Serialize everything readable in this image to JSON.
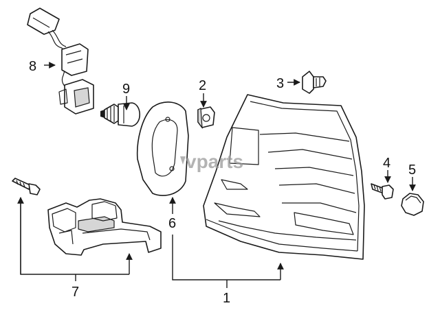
{
  "callouts": {
    "c1": "1",
    "c2": "2",
    "c3": "3",
    "c4": "4",
    "c5": "5",
    "c6": "6",
    "c7": "7",
    "c8": "8",
    "c9": "9"
  },
  "watermark": "vparts",
  "colors": {
    "line": "#1a1a1a",
    "watermark": "#9a9a9a",
    "background": "#ffffff"
  }
}
